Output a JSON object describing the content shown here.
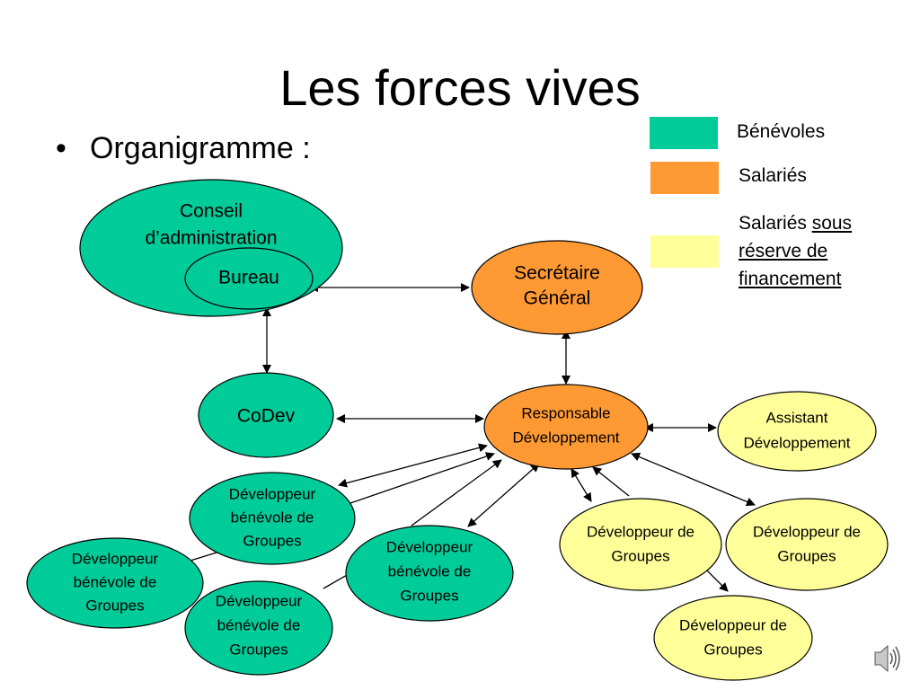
{
  "slide": {
    "title": "Les forces vives",
    "bullet": "Organigramme :"
  },
  "legend": {
    "items": [
      {
        "label": "Bénévoles",
        "color": "#00cc99"
      },
      {
        "label": "Salariés",
        "color": "#ff9933"
      },
      {
        "label_line1_plain": "Salariés ",
        "label_line1_underlined": "sous",
        "label_line2": "réserve de",
        "label_line3": "financement",
        "color": "#ffff99"
      }
    ]
  },
  "colors": {
    "benevole": "#00cc99",
    "salarie": "#ff9933",
    "reserve": "#ffff99",
    "outline": "#000000"
  },
  "nodes": {
    "conseil": {
      "lines": [
        "Conseil",
        "d’administration"
      ],
      "category": "benevole"
    },
    "bureau": {
      "lines": [
        "Bureau"
      ],
      "category": "benevole"
    },
    "secretaire": {
      "lines": [
        "Secrétaire",
        "Général"
      ],
      "category": "salarie"
    },
    "codev": {
      "lines": [
        "CoDev"
      ],
      "category": "benevole"
    },
    "responsable": {
      "lines": [
        "Responsable",
        "Développement"
      ],
      "category": "salarie"
    },
    "assistant": {
      "lines": [
        "Assistant",
        "Développement"
      ],
      "category": "reserve"
    },
    "dev_benevole_1": {
      "lines": [
        "Développeur",
        "bénévole de",
        "Groupes"
      ],
      "category": "benevole"
    },
    "dev_benevole_2": {
      "lines": [
        "Développeur",
        "bénévole de",
        "Groupes"
      ],
      "category": "benevole"
    },
    "dev_benevole_3": {
      "lines": [
        "Développeur",
        "bénévole de",
        "Groupes"
      ],
      "category": "benevole"
    },
    "dev_benevole_4": {
      "lines": [
        "Développeur",
        "bénévole de",
        "Groupes"
      ],
      "category": "benevole"
    },
    "dev_groupes_1": {
      "lines": [
        "Développeur de",
        "Groupes"
      ],
      "category": "reserve"
    },
    "dev_groupes_2": {
      "lines": [
        "Développeur de",
        "Groupes"
      ],
      "category": "reserve"
    },
    "dev_groupes_3": {
      "lines": [
        "Développeur de",
        "Groupes"
      ],
      "category": "reserve"
    }
  },
  "icons": {
    "speaker": "speaker-icon"
  }
}
